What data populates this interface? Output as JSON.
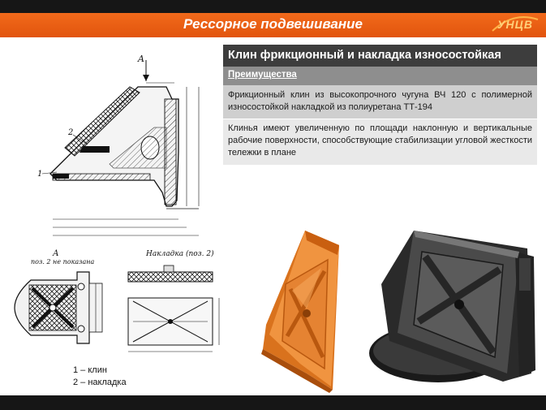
{
  "header": {
    "title": "Рессорное подвешивание",
    "logo_text": "УНЦВ"
  },
  "panel": {
    "heading": "Клин фрикционный и накладка износостойкая",
    "subheading": "Преимущества",
    "row1": "Фрикционный клин из высокопрочного чугуна ВЧ 120 с полимерной износостойкой накладкой из полиуретана ТТ-194",
    "row2": "Клинья имеют увеличенную по площади наклонную и вертикальные рабочие поверхности, способствующие стабилизации угловой жесткости тележки в плане"
  },
  "drawing": {
    "view_label": "A",
    "part1": "1",
    "part2": "2",
    "view_a_title": "А",
    "view_a_note": "поз. 2 не показана",
    "pad_title": "Накладка (поз. 2)"
  },
  "legend": {
    "item1": "1 – клин",
    "item2": "2 – накладка"
  },
  "colors": {
    "title_bar": "#e85d12",
    "panel_head": "#3d3d3d",
    "panel_sub": "#8e8e8e",
    "row1_bg": "#cfcfcf",
    "row2_bg": "#e9e9e9",
    "wedge_orange": "#e8862e",
    "wedge_dark": "#2b2b2b"
  }
}
